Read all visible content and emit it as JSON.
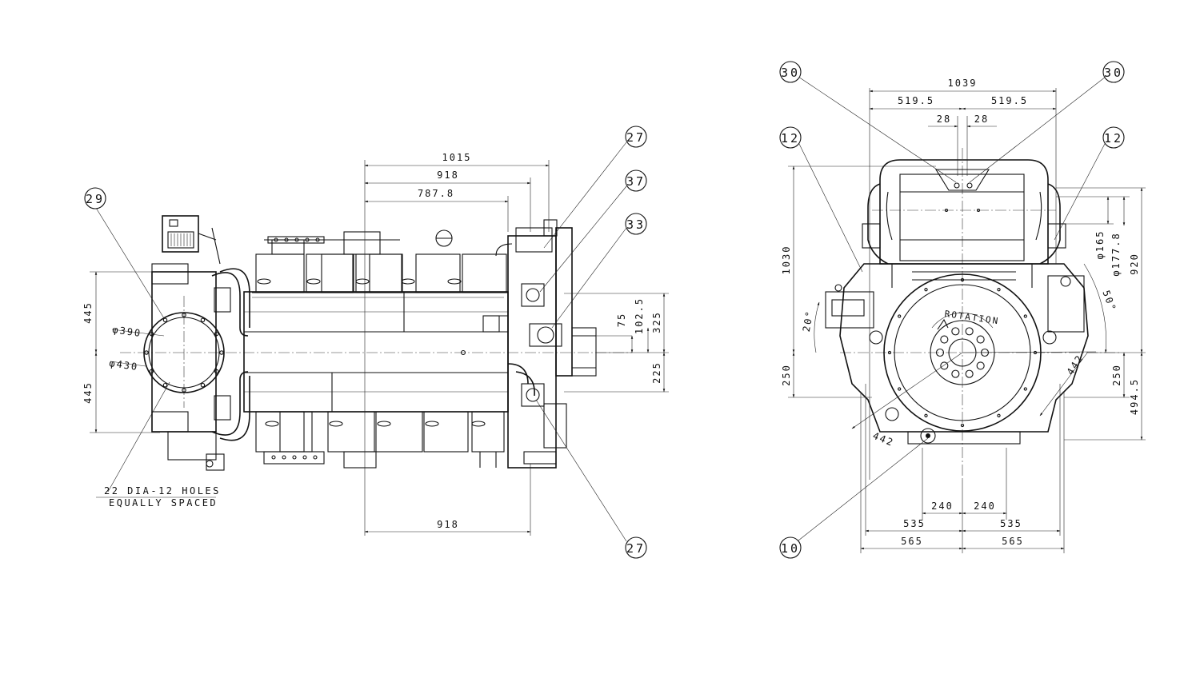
{
  "side_view": {
    "dimensions": {
      "top_1015": "1015",
      "top_918": "918",
      "top_787": "787.8",
      "bottom_918": "918",
      "left_445_upper": "445",
      "left_445_lower": "445",
      "dia_390": "φ390",
      "dia_430": "φ430",
      "right_75": "75",
      "right_102": "102.5",
      "right_325": "325",
      "right_225": "225"
    },
    "balloons": {
      "b29": "29",
      "b27_top": "27",
      "b37": "37",
      "b33": "33",
      "b27_bottom": "27"
    },
    "note_line1": "22 DIA-12 HOLES",
    "note_line2": "EQUALLY SPACED"
  },
  "front_view": {
    "dimensions": {
      "top_1039": "1039",
      "top_519_left": "519.5",
      "top_519_right": "519.5",
      "top_28_left": "28",
      "top_28_right": "28",
      "left_1030": "1030",
      "left_250": "250",
      "angle_20": "20°",
      "right_165": "φ165",
      "right_177": "φ177.8",
      "right_920": "920",
      "right_250": "250",
      "right_494": "494.5",
      "angle_50": "50°",
      "diag_442_left": "442",
      "diag_442_right": "442",
      "bottom_240_left": "240",
      "bottom_240_right": "240",
      "bottom_535_left": "535",
      "bottom_535_right": "535",
      "bottom_565_left": "565",
      "bottom_565_right": "565"
    },
    "balloons": {
      "b30_left": "30",
      "b30_right": "30",
      "b12_left": "12",
      "b12_right": "12",
      "b10": "10"
    },
    "flywheel_label": "ROTATION"
  }
}
